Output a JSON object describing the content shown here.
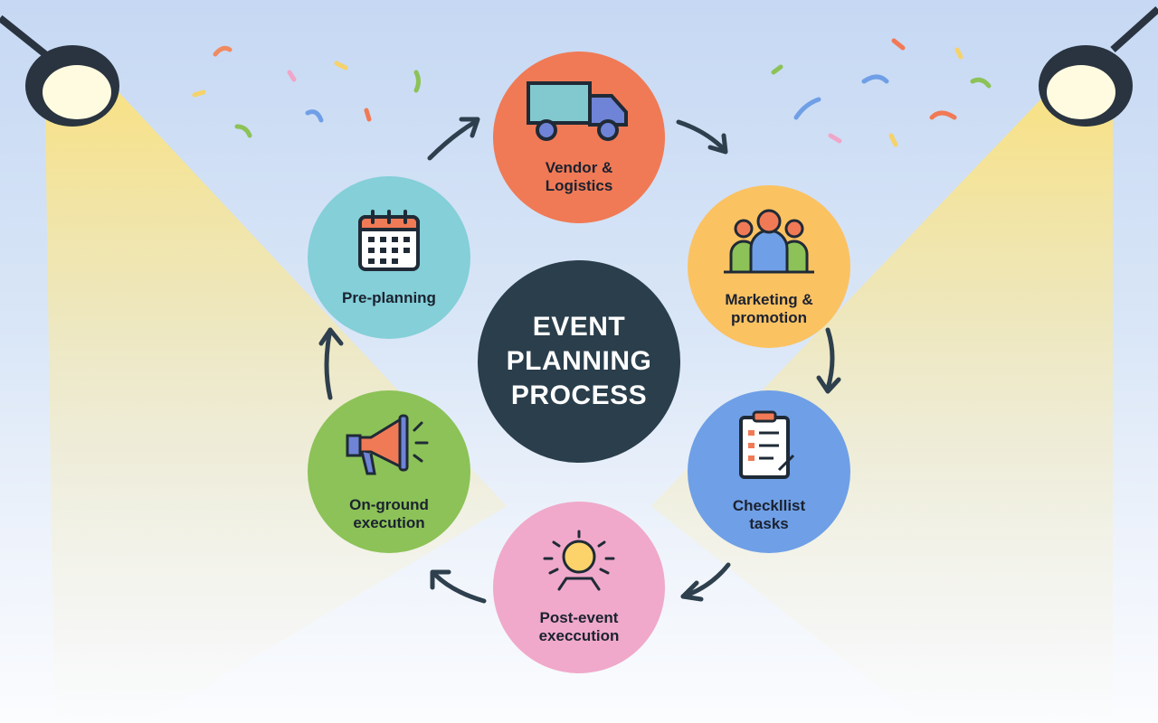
{
  "title": {
    "line1": "EVENT",
    "line2": "PLANNING",
    "line3": "PROCESS"
  },
  "steps": [
    {
      "line1": "Vendor &",
      "line2": "Logistics",
      "color": "#f07a55",
      "icon": "truck-icon"
    },
    {
      "line1": "Marketing &",
      "line2": "promotion",
      "color": "#fbc262",
      "icon": "people-icon"
    },
    {
      "line1": "Checkllist",
      "line2": "tasks",
      "color": "#6f9fe6",
      "icon": "clipboard-icon"
    },
    {
      "line1": "Post-event",
      "line2": "execcution",
      "color": "#f0a9ca",
      "icon": "sun-icon"
    },
    {
      "line1": "On-ground",
      "line2": "execution",
      "color": "#8cc257",
      "icon": "megaphone-icon"
    },
    {
      "line1": "Pre-planning",
      "line2": "",
      "color": "#84cfd8",
      "icon": "calendar-icon"
    }
  ],
  "colors": {
    "center": "#2a3e4c",
    "beam": "#fbe68f",
    "arrow": "#2e3f4d"
  }
}
